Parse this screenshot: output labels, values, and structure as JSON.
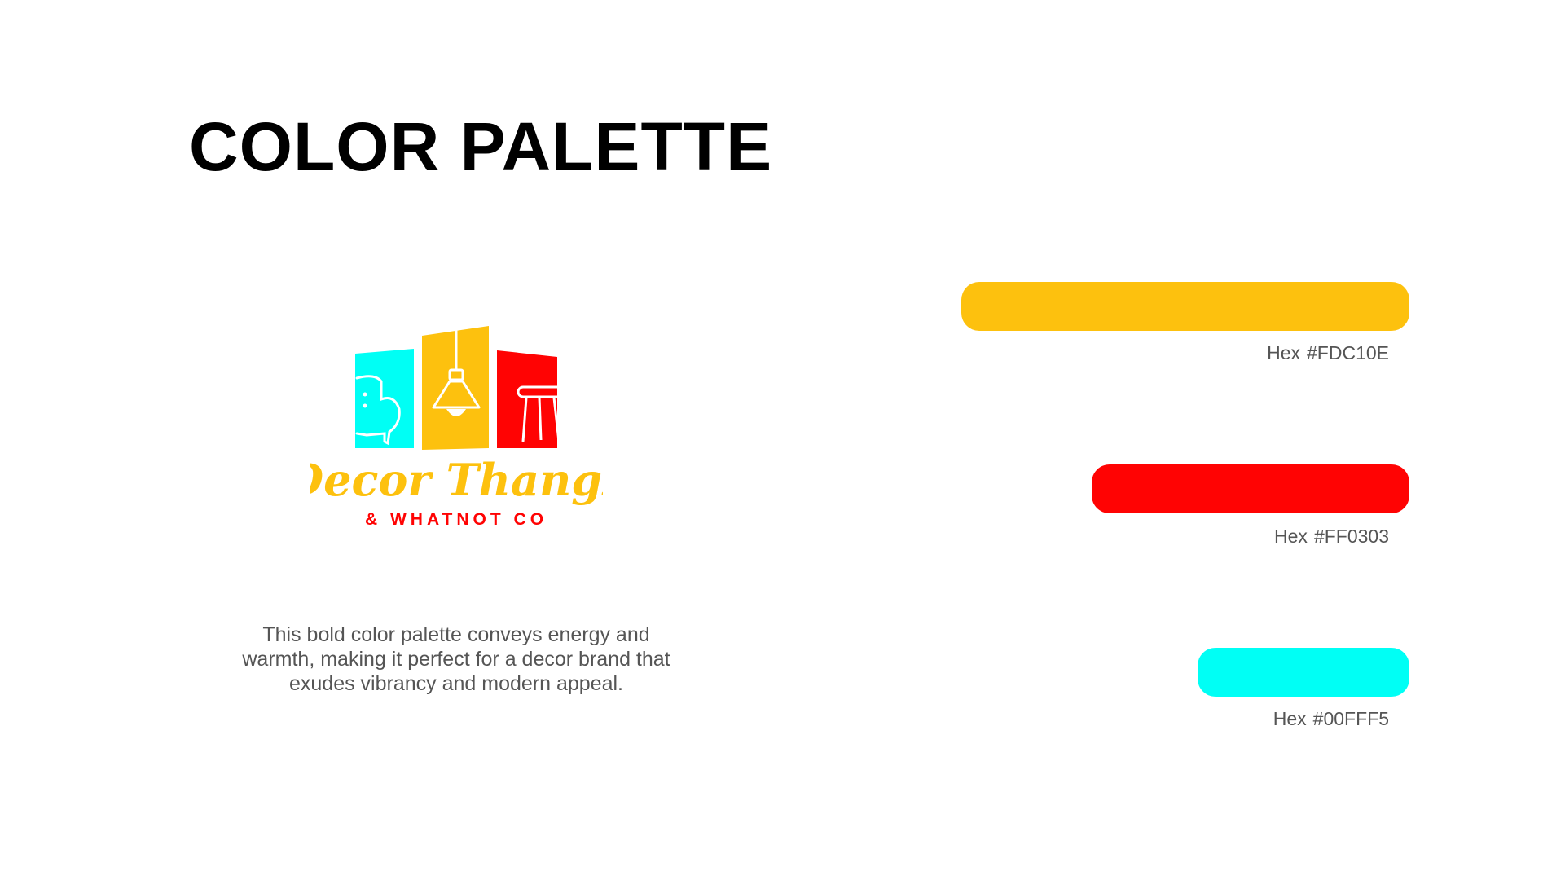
{
  "title": "COLOR PALETTE",
  "logo": {
    "lettering": "Decor Thangz",
    "sub_lettering": "& WHATNOT CO",
    "colors": {
      "cyan": "#00FFF5",
      "yellow": "#FDC10E",
      "red": "#FF0303",
      "white": "#FFFFFF"
    },
    "icons": [
      "armchair-icon",
      "pendant-lamp-icon",
      "side-table-icon"
    ]
  },
  "description": "This bold color palette conveys energy and warmth, making it perfect for a decor brand that exudes vibrancy and modern appeal.",
  "swatches": [
    {
      "prefix": "Hex",
      "hex": "#FDC10E",
      "color": "#FDC10E"
    },
    {
      "prefix": "Hex",
      "hex": "#FF0303",
      "color": "#FF0303"
    },
    {
      "prefix": "Hex",
      "hex": "#00FFF5",
      "color": "#00FFF5"
    }
  ]
}
